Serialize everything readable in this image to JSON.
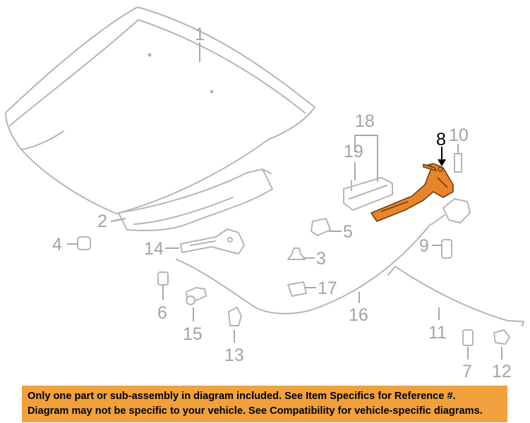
{
  "callouts": {
    "c1": "1",
    "c2": "2",
    "c3": "3",
    "c4": "4",
    "c5": "5",
    "c6": "6",
    "c7": "7",
    "c8": "8",
    "c9": "9",
    "c10": "10",
    "c11": "11",
    "c12": "12",
    "c13": "13",
    "c14": "14",
    "c15": "15",
    "c16": "16",
    "c17": "17",
    "c18": "18",
    "c19": "19"
  },
  "colors": {
    "highlight_part": "#e8852a",
    "banner_background": "#f0a13c",
    "muted_line": "#b5b5b5"
  },
  "banner": {
    "line1": "Only one part or sub-assembly in diagram included. See Item Specifics for Reference #.",
    "line2": "Diagram may not be specific to your vehicle. See Compatibility for vehicle-specific diagrams."
  }
}
